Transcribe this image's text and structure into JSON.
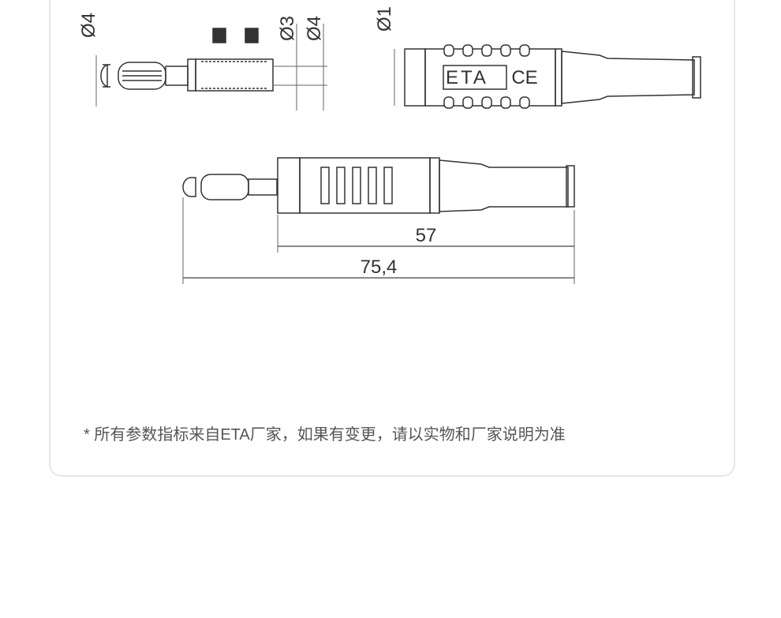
{
  "dimensions": {
    "d_tip": "Ø4",
    "d_inner": "Ø3",
    "d_outer": "Ø4",
    "d_body": "Ø1",
    "length_body": "57",
    "length_total": "75,4"
  },
  "marks": {
    "brand": "ETA",
    "ce": "CE"
  },
  "footnote": "* 所有参数指标来自ETA厂家，如果有变更，请以实物和厂家说明为准"
}
